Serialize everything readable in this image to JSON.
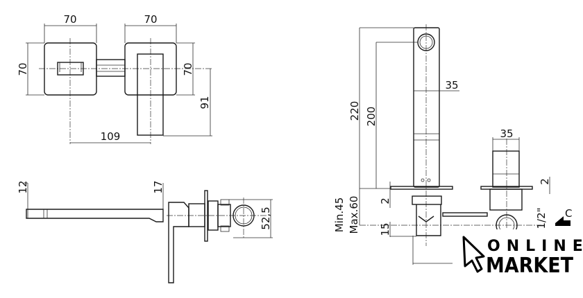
{
  "drawing": {
    "top_view": {
      "width_left": "70",
      "width_right": "70",
      "height_left": "70",
      "height_right": "70",
      "lever_offset": "91",
      "center_distance": "109"
    },
    "side_view": {
      "spout_thickness": "12",
      "spout_end": "17",
      "body_depth": "52,5"
    },
    "front_view": {
      "height_total": "220",
      "height_outlet": "200",
      "spout_width": "35",
      "handle_width": "35",
      "plate_left": "2",
      "plate_right": "2",
      "min_depth": "Min.45",
      "max_depth": "Max.60",
      "offset": "15",
      "thread": "1/2\"",
      "flow_mark": "C"
    }
  },
  "logo": {
    "line1": "ONLINE",
    "line2": "MARKET"
  }
}
